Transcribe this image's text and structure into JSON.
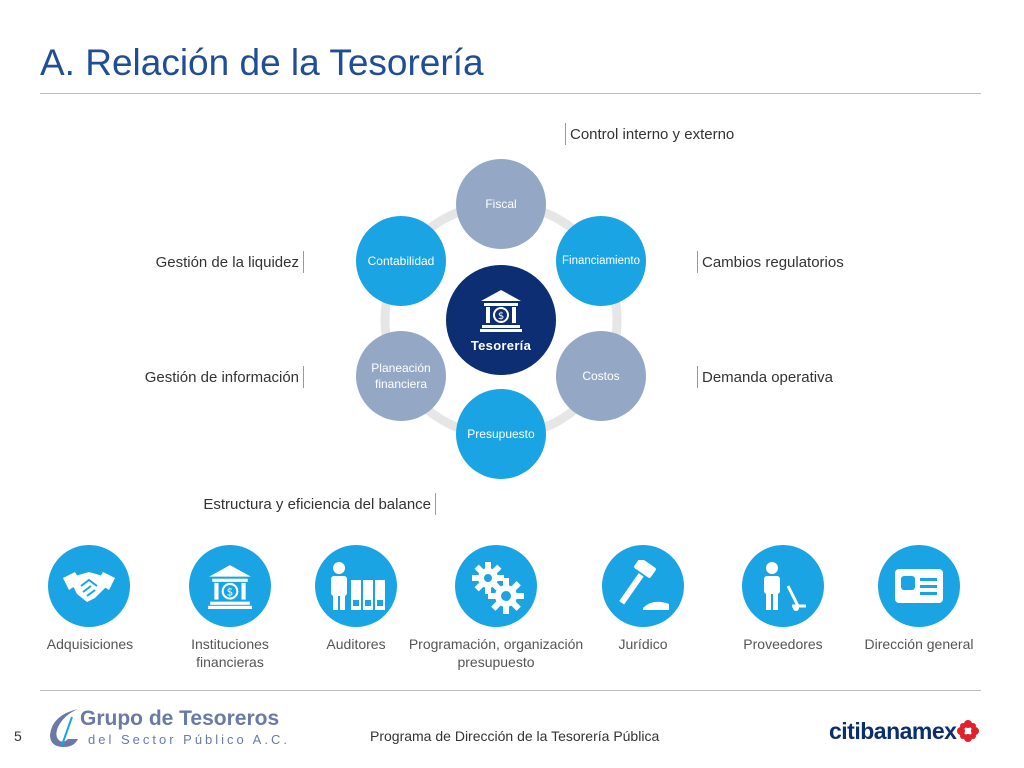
{
  "title": "A. Relación de la Tesorería",
  "diagram": {
    "center": {
      "label": "Tesorería",
      "icon": "bank-icon"
    },
    "nodes": {
      "fiscal": "Fiscal",
      "financiamiento": "Financiamiento",
      "costos": "Costos",
      "presupuesto": "Presupuesto",
      "planeacion": "Planeación financiera",
      "contabilidad": "Contabilidad"
    },
    "colors": {
      "accent": "#1aa4e3",
      "muted": "#94a8c5",
      "center": "#0d2e73",
      "ring": "#e6e6e6"
    }
  },
  "side_labels": {
    "control": "Control interno y externo",
    "liquidez": "Gestión de la liquidez",
    "regulatorios": "Cambios regulatorios",
    "informacion": "Gestión de información",
    "operativa": "Demanda operativa",
    "balance": "Estructura y eficiencia del balance"
  },
  "entities": [
    {
      "label": "Adquisiciones",
      "icon": "handshake-icon"
    },
    {
      "label": "Instituciones financieras",
      "icon": "bank-icon"
    },
    {
      "label": "Auditores",
      "icon": "auditor-binders-icon"
    },
    {
      "label": "Programación, organización presupuesto",
      "icon": "gears-icon"
    },
    {
      "label": "Jurídico",
      "icon": "gavel-icon"
    },
    {
      "label": "Proveedores",
      "icon": "supplier-handtruck-icon"
    },
    {
      "label": "Dirección general",
      "icon": "id-card-icon"
    }
  ],
  "footer": {
    "page_number": "5",
    "program_prefix": "Programa de",
    "program_rest": "Dirección de la Tesorería Pública",
    "logo_line1": "Grupo de Tesoreros",
    "logo_line2": "del Sector Público A.C.",
    "brand": "citibanamex"
  }
}
